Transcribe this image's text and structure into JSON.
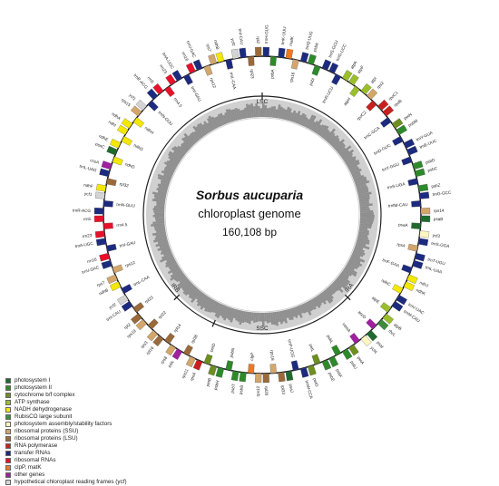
{
  "title": "Sorbus aucuparia",
  "subtitle": "chloroplast genome",
  "genome_size": "160,108 bp",
  "regions": [
    "LSC",
    "IRB",
    "SSC",
    "IRA"
  ],
  "legend": [
    {
      "label": "photosystem I",
      "color": "#1f6b2e"
    },
    {
      "label": "photosystem II",
      "color": "#2d8a2a"
    },
    {
      "label": "cytochrome b/f complex",
      "color": "#6d8f1e"
    },
    {
      "label": "ATP synthase",
      "color": "#9bbf2a"
    },
    {
      "label": "NADH dehydrogenase",
      "color": "#f4e800"
    },
    {
      "label": "RubisCO large subunit",
      "color": "#3c8c3c"
    },
    {
      "label": "photosystem assembly/stability factors",
      "color": "#fdf6c0"
    },
    {
      "label": "ribosomal proteins (SSU)",
      "color": "#d3a66b"
    },
    {
      "label": "ribosomal proteins (LSU)",
      "color": "#9a6a3a"
    },
    {
      "label": "RNA polymerase",
      "color": "#c8201e"
    },
    {
      "label": "transfer RNAs",
      "color": "#1c2a80"
    },
    {
      "label": "ribosomal RNAs",
      "color": "#e8102a"
    },
    {
      "label": "clpP, matK",
      "color": "#f07820"
    },
    {
      "label": "other genes",
      "color": "#a020a0"
    },
    {
      "label": "hypothetical chloroplast reading frames (ycf)",
      "color": "#d4d4d4"
    }
  ],
  "genes": [
    {
      "name": "trnH-GUG",
      "color": "#1c2a80"
    },
    {
      "name": "psbA",
      "color": "#2d8a2a"
    },
    {
      "name": "trnK-UUU",
      "color": "#1c2a80"
    },
    {
      "name": "matK",
      "color": "#f07820"
    },
    {
      "name": "rps16",
      "color": "#d3a66b"
    },
    {
      "name": "trnQ-UUG",
      "color": "#1c2a80"
    },
    {
      "name": "psbK",
      "color": "#2d8a2a"
    },
    {
      "name": "psbI",
      "color": "#2d8a2a"
    },
    {
      "name": "trnS-GCU",
      "color": "#1c2a80"
    },
    {
      "name": "trnG-UCC",
      "color": "#1c2a80"
    },
    {
      "name": "trnR-UCU",
      "color": "#1c2a80"
    },
    {
      "name": "atpA",
      "color": "#9bbf2a"
    },
    {
      "name": "atpF",
      "color": "#9bbf2a"
    },
    {
      "name": "atpH",
      "color": "#9bbf2a"
    },
    {
      "name": "atpI",
      "color": "#9bbf2a"
    },
    {
      "name": "rps2",
      "color": "#d3a66b"
    },
    {
      "name": "rpoC2",
      "color": "#c8201e"
    },
    {
      "name": "rpoC1",
      "color": "#c8201e"
    },
    {
      "name": "rpoB",
      "color": "#c8201e"
    },
    {
      "name": "trnC-GCA",
      "color": "#1c2a80"
    },
    {
      "name": "petN",
      "color": "#6d8f1e"
    },
    {
      "name": "psbM",
      "color": "#2d8a2a"
    },
    {
      "name": "trnD-GUC",
      "color": "#1c2a80"
    },
    {
      "name": "trnY-GUA",
      "color": "#1c2a80"
    },
    {
      "name": "trnE-UUC",
      "color": "#1c2a80"
    },
    {
      "name": "trnT-GGU",
      "color": "#1c2a80"
    },
    {
      "name": "psbD",
      "color": "#2d8a2a"
    },
    {
      "name": "psbC",
      "color": "#2d8a2a"
    },
    {
      "name": "trnS-UGA",
      "color": "#1c2a80"
    },
    {
      "name": "psbZ",
      "color": "#2d8a2a"
    },
    {
      "name": "trnG-GCC",
      "color": "#1c2a80"
    },
    {
      "name": "trnfM-CAU",
      "color": "#1c2a80"
    },
    {
      "name": "rps14",
      "color": "#d3a66b"
    },
    {
      "name": "psaB",
      "color": "#1f6b2e"
    },
    {
      "name": "psaA",
      "color": "#1f6b2e"
    },
    {
      "name": "ycf3",
      "color": "#fdf6c0"
    },
    {
      "name": "trnS-GGA",
      "color": "#1c2a80"
    },
    {
      "name": "rps4",
      "color": "#d3a66b"
    },
    {
      "name": "trnT-UGU",
      "color": "#1c2a80"
    },
    {
      "name": "trnL-UAA",
      "color": "#1c2a80"
    },
    {
      "name": "trnF-GAA",
      "color": "#1c2a80"
    },
    {
      "name": "ndhJ",
      "color": "#f4e800"
    },
    {
      "name": "ndhK",
      "color": "#f4e800"
    },
    {
      "name": "ndhC",
      "color": "#f4e800"
    },
    {
      "name": "trnV-UAC",
      "color": "#1c2a80"
    },
    {
      "name": "trnM-CAU",
      "color": "#1c2a80"
    },
    {
      "name": "atpE",
      "color": "#9bbf2a"
    },
    {
      "name": "atpB",
      "color": "#9bbf2a"
    },
    {
      "name": "rbcL",
      "color": "#3c8c3c"
    },
    {
      "name": "accD",
      "color": "#a020a0"
    },
    {
      "name": "psaI",
      "color": "#1f6b2e"
    },
    {
      "name": "ycf4",
      "color": "#fdf6c0"
    },
    {
      "name": "cemA",
      "color": "#a020a0"
    },
    {
      "name": "petA",
      "color": "#6d8f1e"
    },
    {
      "name": "psbJ",
      "color": "#2d8a2a"
    },
    {
      "name": "psbL",
      "color": "#2d8a2a"
    },
    {
      "name": "psbF",
      "color": "#2d8a2a"
    },
    {
      "name": "psbE",
      "color": "#2d8a2a"
    },
    {
      "name": "petL",
      "color": "#6d8f1e"
    },
    {
      "name": "petG",
      "color": "#6d8f1e"
    },
    {
      "name": "trnW-CCA",
      "color": "#1c2a80"
    },
    {
      "name": "trnP-UGG",
      "color": "#1c2a80"
    },
    {
      "name": "psaJ",
      "color": "#1f6b2e"
    },
    {
      "name": "rpl33",
      "color": "#9a6a3a"
    },
    {
      "name": "rps18",
      "color": "#d3a66b"
    },
    {
      "name": "rpl20",
      "color": "#9a6a3a"
    },
    {
      "name": "rps12",
      "color": "#d3a66b"
    },
    {
      "name": "clpP",
      "color": "#f07820"
    },
    {
      "name": "psbB",
      "color": "#2d8a2a"
    },
    {
      "name": "psbT",
      "color": "#2d8a2a"
    },
    {
      "name": "psbN",
      "color": "#2d8a2a"
    },
    {
      "name": "psbH",
      "color": "#2d8a2a"
    },
    {
      "name": "petB",
      "color": "#6d8f1e"
    },
    {
      "name": "petD",
      "color": "#6d8f1e"
    },
    {
      "name": "rpoA",
      "color": "#c8201e"
    },
    {
      "name": "rps11",
      "color": "#d3a66b"
    },
    {
      "name": "rpl36",
      "color": "#9a6a3a"
    },
    {
      "name": "infA",
      "color": "#a020a0"
    },
    {
      "name": "rps8",
      "color": "#d3a66b"
    },
    {
      "name": "rpl14",
      "color": "#9a6a3a"
    },
    {
      "name": "rpl16",
      "color": "#9a6a3a"
    },
    {
      "name": "rps3",
      "color": "#d3a66b"
    },
    {
      "name": "rpl22",
      "color": "#9a6a3a"
    },
    {
      "name": "rps19",
      "color": "#d3a66b"
    },
    {
      "name": "rpl2",
      "color": "#9a6a3a"
    },
    {
      "name": "rpl23",
      "color": "#9a6a3a"
    },
    {
      "name": "trnI-CAU",
      "color": "#1c2a80"
    },
    {
      "name": "ycf2",
      "color": "#d4d4d4"
    },
    {
      "name": "trnL-CAA",
      "color": "#1c2a80"
    },
    {
      "name": "ndhB",
      "color": "#f4e800"
    },
    {
      "name": "rps7",
      "color": "#d3a66b"
    },
    {
      "name": "rps12",
      "color": "#d3a66b"
    },
    {
      "name": "trnV-GAC",
      "color": "#1c2a80"
    },
    {
      "name": "rrn16",
      "color": "#e8102a"
    },
    {
      "name": "trnI-GAU",
      "color": "#1c2a80"
    },
    {
      "name": "trnA-UGC",
      "color": "#1c2a80"
    },
    {
      "name": "rrn23",
      "color": "#e8102a"
    },
    {
      "name": "rrn4.5",
      "color": "#e8102a"
    },
    {
      "name": "rrn5",
      "color": "#e8102a"
    },
    {
      "name": "trnR-ACG",
      "color": "#1c2a80"
    },
    {
      "name": "trnN-GUU",
      "color": "#1c2a80"
    },
    {
      "name": "ycf1",
      "color": "#d4d4d4"
    },
    {
      "name": "ndhF",
      "color": "#f4e800"
    },
    {
      "name": "rpl32",
      "color": "#9a6a3a"
    },
    {
      "name": "trnL-UAG",
      "color": "#1c2a80"
    },
    {
      "name": "ccsA",
      "color": "#a020a0"
    },
    {
      "name": "ndhD",
      "color": "#f4e800"
    },
    {
      "name": "psaC",
      "color": "#1f6b2e"
    },
    {
      "name": "ndhE",
      "color": "#f4e800"
    },
    {
      "name": "ndhG",
      "color": "#f4e800"
    },
    {
      "name": "ndhI",
      "color": "#f4e800"
    },
    {
      "name": "ndhA",
      "color": "#f4e800"
    },
    {
      "name": "ndhH",
      "color": "#f4e800"
    },
    {
      "name": "rps15",
      "color": "#d3a66b"
    },
    {
      "name": "ycf1",
      "color": "#d4d4d4"
    },
    {
      "name": "trnN-GUU",
      "color": "#1c2a80"
    },
    {
      "name": "trnR-ACG",
      "color": "#1c2a80"
    },
    {
      "name": "rrn5",
      "color": "#e8102a"
    },
    {
      "name": "rrn4.5",
      "color": "#e8102a"
    },
    {
      "name": "rrn23",
      "color": "#e8102a"
    },
    {
      "name": "trnA-UGC",
      "color": "#1c2a80"
    },
    {
      "name": "trnI-GAU",
      "color": "#1c2a80"
    },
    {
      "name": "rrn16",
      "color": "#e8102a"
    },
    {
      "name": "trnV-GAC",
      "color": "#1c2a80"
    },
    {
      "name": "rps12",
      "color": "#d3a66b"
    },
    {
      "name": "rps7",
      "color": "#d3a66b"
    },
    {
      "name": "ndhB",
      "color": "#f4e800"
    },
    {
      "name": "trnL-CAA",
      "color": "#1c2a80"
    },
    {
      "name": "ycf2",
      "color": "#d4d4d4"
    },
    {
      "name": "trnI-CAU",
      "color": "#1c2a80"
    },
    {
      "name": "rpl23",
      "color": "#9a6a3a"
    },
    {
      "name": "rpl2",
      "color": "#9a6a3a"
    }
  ]
}
